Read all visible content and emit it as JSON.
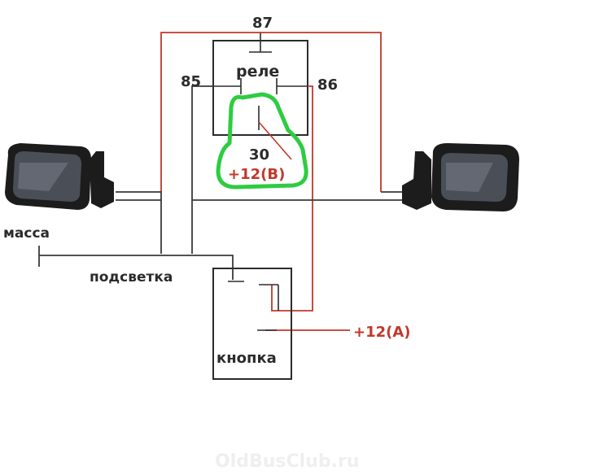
{
  "relay": {
    "label": "реле",
    "pin_87": "87",
    "pin_85": "85",
    "pin_86": "86",
    "pin_30": "30"
  },
  "supply": {
    "b_label": "+12(B)",
    "a_label": "+12(A)"
  },
  "ground": {
    "label": "масса"
  },
  "backlight": {
    "label": "подсветка"
  },
  "button": {
    "label": "кнопка"
  },
  "watermark": {
    "text": "OldBusClub.ru"
  },
  "colors": {
    "red_wire": "#c0392b",
    "black_wire": "#222222",
    "highlight": "#2ecc40",
    "text_dark": "#2b2b2b"
  }
}
